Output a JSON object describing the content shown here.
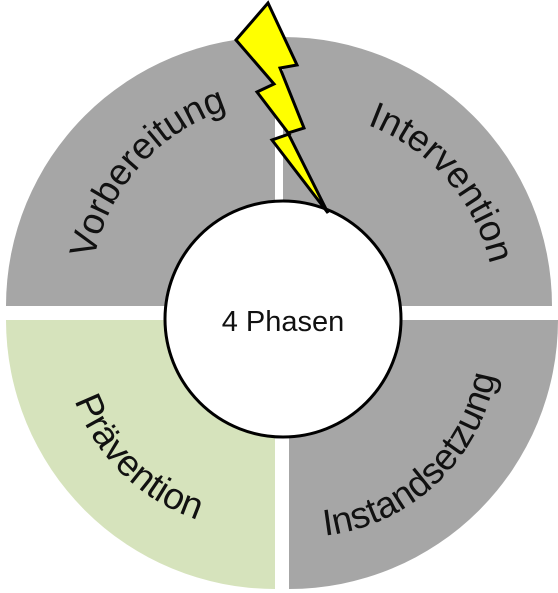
{
  "diagram": {
    "center_label": "4 Phasen",
    "segments": [
      {
        "id": "vorbereitung",
        "label": "Vorbereitung",
        "color": "#a6a6a6"
      },
      {
        "id": "intervention",
        "label": "Intervention",
        "color": "#a6a6a6"
      },
      {
        "id": "instandsetzung",
        "label": "Instandsetzung",
        "color": "#a6a6a6"
      },
      {
        "id": "praevention",
        "label": "Prävention",
        "color": "#d6e3bc"
      }
    ],
    "colors": {
      "center_fill": "#ffffff",
      "outline": "#000000",
      "lightning": "#ffff00",
      "background": "#ffffff"
    },
    "icons": {
      "event": "lightning-bolt-icon"
    }
  }
}
